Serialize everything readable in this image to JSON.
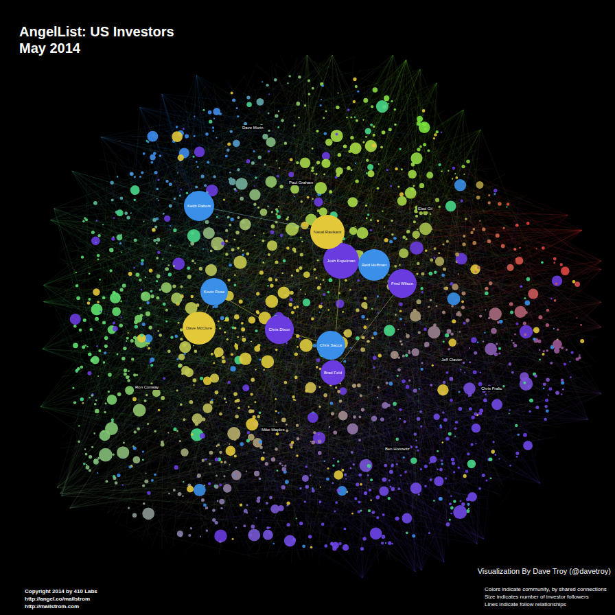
{
  "diagram": {
    "title": "AngelList: US Investors May 2014",
    "nodes": [
      {
        "text": [
          "Josh Kopelman"
        ]
      },
      {
        "text": [
          "Reid Hoffman"
        ]
      },
      {
        "text": [
          "Fred Wilson"
        ]
      },
      {
        "text": [
          "Brad Feld"
        ]
      },
      {
        "text": [
          "Chris Sacca"
        ]
      },
      {
        "text": [
          "Chris Dixon"
        ]
      },
      {
        "text": [
          "Naval Ravikant"
        ]
      },
      {
        "text": [
          "Keith Rabois"
        ]
      },
      {
        "text": [
          "Kevin Rose"
        ]
      },
      {
        "text": [
          "Dave McClure"
        ]
      }
    ],
    "edges": [
      {
        "from": 0,
        "to": 1,
        "arrow": "none"
      },
      {
        "from": 1,
        "to": 2,
        "arrow": "none"
      },
      {
        "from": 0,
        "to": 3,
        "arrow": "none"
      },
      {
        "from": 4,
        "to": 3,
        "arrow": "none"
      },
      {
        "from": 5,
        "to": 4,
        "arrow": "none"
      },
      {
        "from": 6,
        "to": 0,
        "arrow": "none"
      },
      {
        "from": 7,
        "to": 6,
        "arrow": "none"
      },
      {
        "from": 8,
        "to": 5,
        "arrow": "none"
      },
      {
        "from": 9,
        "to": 8,
        "arrow": "none"
      },
      {
        "from": 2,
        "to": 3,
        "arrow": "none"
      }
    ],
    "labels": [
      "Visualization By Dave Troy (@davetroy)",
      "Colors indicate community, by shared connections",
      "Size indicates number of investor followers",
      "Lines indicate follow relationships",
      "Copyright 2014 by 410 Labs",
      "http://angel.co/mailstrom",
      "http://mailstrom.com",
      "Elad Gil",
      "Jeff Clavier",
      "Mike Maples",
      "Ron Conway",
      "Paul Graham",
      "Ben Horowitz",
      "Chris Fralic",
      "Dave Morin"
    ]
  }
}
